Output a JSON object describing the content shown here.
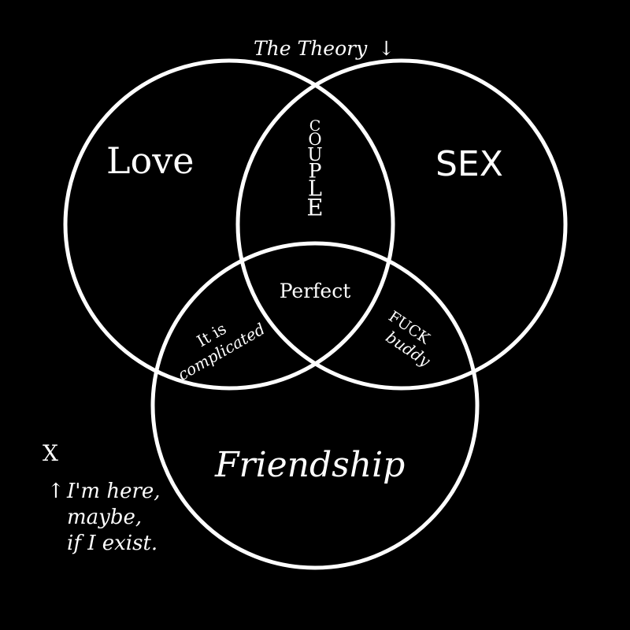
{
  "title": "The Theory",
  "title_arrow": "↓",
  "sets": {
    "love": "Love",
    "sex": "SEX",
    "friendship": "Friendship"
  },
  "intersections": {
    "love_sex": "COUPLE",
    "all_three": "Perfect",
    "love_friendship": {
      "line1": "It is",
      "line2": "complicated"
    },
    "sex_friendship": {
      "line1": "FUCK",
      "line2": "buddy"
    }
  },
  "outside": {
    "marker": "X",
    "arrow": "↑",
    "note": [
      "I'm here,",
      "maybe,",
      "if I exist."
    ]
  },
  "colors": {
    "background": "#000000",
    "foreground": "#ffffff"
  }
}
